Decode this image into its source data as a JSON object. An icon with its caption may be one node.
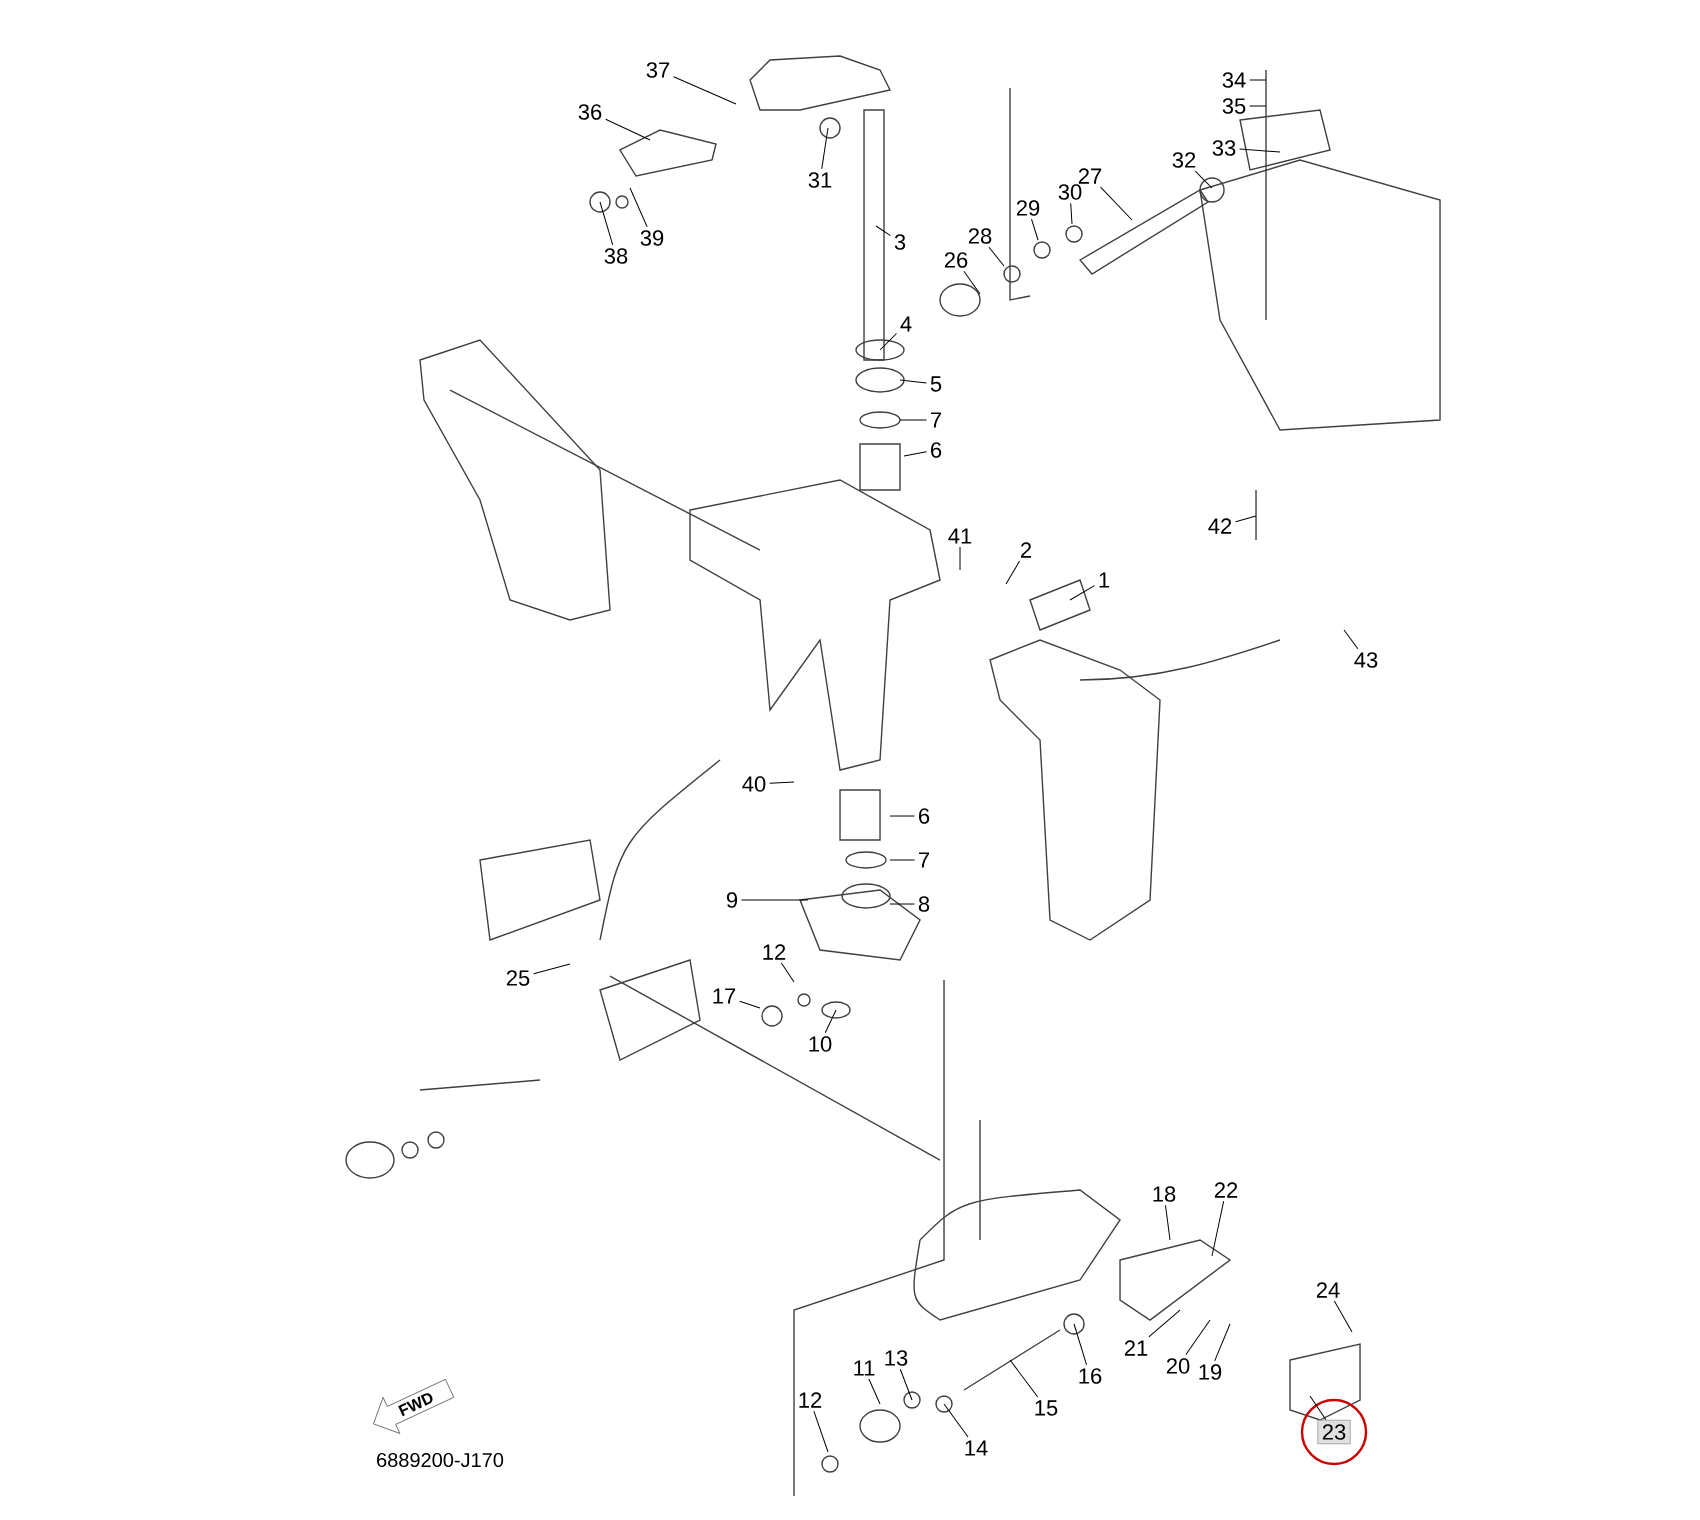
{
  "diagram": {
    "nodes": [
      {
        "text": [
          "37"
        ]
      },
      {
        "text": [
          "36"
        ]
      },
      {
        "text": [
          "38"
        ]
      },
      {
        "text": [
          "39"
        ]
      },
      {
        "text": [
          "31"
        ]
      },
      {
        "text": [
          "3"
        ]
      },
      {
        "text": [
          "34"
        ]
      },
      {
        "text": [
          "35"
        ]
      },
      {
        "text": [
          "33"
        ]
      },
      {
        "text": [
          "32"
        ]
      },
      {
        "text": [
          "27"
        ]
      },
      {
        "text": [
          "30"
        ]
      },
      {
        "text": [
          "29"
        ]
      },
      {
        "text": [
          "28"
        ]
      },
      {
        "text": [
          "26"
        ]
      },
      {
        "text": [
          "4"
        ]
      },
      {
        "text": [
          "5"
        ]
      },
      {
        "text": [
          "7"
        ]
      },
      {
        "text": [
          "6"
        ]
      },
      {
        "text": [
          "41"
        ]
      },
      {
        "text": [
          "2"
        ]
      },
      {
        "text": [
          "1"
        ]
      },
      {
        "text": [
          "42"
        ]
      },
      {
        "text": [
          "43"
        ]
      },
      {
        "text": [
          "40"
        ]
      },
      {
        "text": [
          "6"
        ]
      },
      {
        "text": [
          "7"
        ]
      },
      {
        "text": [
          "8"
        ]
      },
      {
        "text": [
          "9"
        ]
      },
      {
        "text": [
          "12"
        ]
      },
      {
        "text": [
          "17"
        ]
      },
      {
        "text": [
          "10"
        ]
      },
      {
        "text": [
          "25"
        ]
      },
      {
        "text": [
          "18"
        ]
      },
      {
        "text": [
          "22"
        ]
      },
      {
        "text": [
          "24"
        ]
      },
      {
        "text": [
          "21"
        ]
      },
      {
        "text": [
          "20"
        ]
      },
      {
        "text": [
          "19"
        ]
      },
      {
        "text": [
          "16"
        ]
      },
      {
        "text": [
          "15"
        ]
      },
      {
        "text": [
          "13"
        ]
      },
      {
        "text": [
          "11"
        ]
      },
      {
        "text": [
          "14"
        ]
      },
      {
        "text": [
          "12"
        ]
      },
      {
        "text": [
          "23"
        ]
      },
      {
        "text": [
          "FWD"
        ]
      }
    ],
    "edges": [
      {
        "from": 0,
        "to": null,
        "arrow": "none"
      },
      {
        "from": 1,
        "to": null,
        "arrow": "none"
      },
      {
        "from": 2,
        "to": null,
        "arrow": "none"
      },
      {
        "from": 3,
        "to": null,
        "arrow": "none"
      },
      {
        "from": 4,
        "to": null,
        "arrow": "none"
      },
      {
        "from": 5,
        "to": null,
        "arrow": "none"
      },
      {
        "from": 6,
        "to": null,
        "arrow": "none"
      },
      {
        "from": 7,
        "to": null,
        "arrow": "none"
      },
      {
        "from": 8,
        "to": null,
        "arrow": "none"
      },
      {
        "from": 9,
        "to": null,
        "arrow": "none"
      },
      {
        "from": 10,
        "to": null,
        "arrow": "none"
      },
      {
        "from": 11,
        "to": null,
        "arrow": "none"
      },
      {
        "from": 12,
        "to": null,
        "arrow": "none"
      },
      {
        "from": 13,
        "to": null,
        "arrow": "none"
      },
      {
        "from": 14,
        "to": null,
        "arrow": "none"
      },
      {
        "from": 15,
        "to": null,
        "arrow": "none"
      },
      {
        "from": 16,
        "to": null,
        "arrow": "none"
      },
      {
        "from": 17,
        "to": null,
        "arrow": "none"
      },
      {
        "from": 18,
        "to": null,
        "arrow": "none"
      },
      {
        "from": 19,
        "to": null,
        "arrow": "none"
      },
      {
        "from": 20,
        "to": null,
        "arrow": "none"
      },
      {
        "from": 21,
        "to": null,
        "arrow": "none"
      },
      {
        "from": 22,
        "to": null,
        "arrow": "none"
      },
      {
        "from": 23,
        "to": null,
        "arrow": "none"
      },
      {
        "from": 24,
        "to": null,
        "arrow": "none"
      },
      {
        "from": 25,
        "to": null,
        "arrow": "none"
      },
      {
        "from": 26,
        "to": null,
        "arrow": "none"
      },
      {
        "from": 27,
        "to": null,
        "arrow": "none"
      },
      {
        "from": 28,
        "to": null,
        "arrow": "none"
      },
      {
        "from": 29,
        "to": null,
        "arrow": "none"
      },
      {
        "from": 30,
        "to": null,
        "arrow": "none"
      },
      {
        "from": 31,
        "to": null,
        "arrow": "none"
      },
      {
        "from": 32,
        "to": null,
        "arrow": "none"
      },
      {
        "from": 33,
        "to": null,
        "arrow": "none"
      },
      {
        "from": 34,
        "to": null,
        "arrow": "none"
      },
      {
        "from": 35,
        "to": null,
        "arrow": "none"
      },
      {
        "from": 36,
        "to": null,
        "arrow": "none"
      },
      {
        "from": 37,
        "to": null,
        "arrow": "none"
      },
      {
        "from": 38,
        "to": null,
        "arrow": "none"
      },
      {
        "from": 39,
        "to": null,
        "arrow": "none"
      },
      {
        "from": 40,
        "to": null,
        "arrow": "none"
      },
      {
        "from": 41,
        "to": null,
        "arrow": "none"
      },
      {
        "from": 42,
        "to": null,
        "arrow": "none"
      },
      {
        "from": 43,
        "to": null,
        "arrow": "none"
      },
      {
        "from": 44,
        "to": null,
        "arrow": "none"
      },
      {
        "from": 45,
        "to": null,
        "arrow": "none"
      }
    ],
    "labels": [
      "6889200-J170"
    ]
  }
}
